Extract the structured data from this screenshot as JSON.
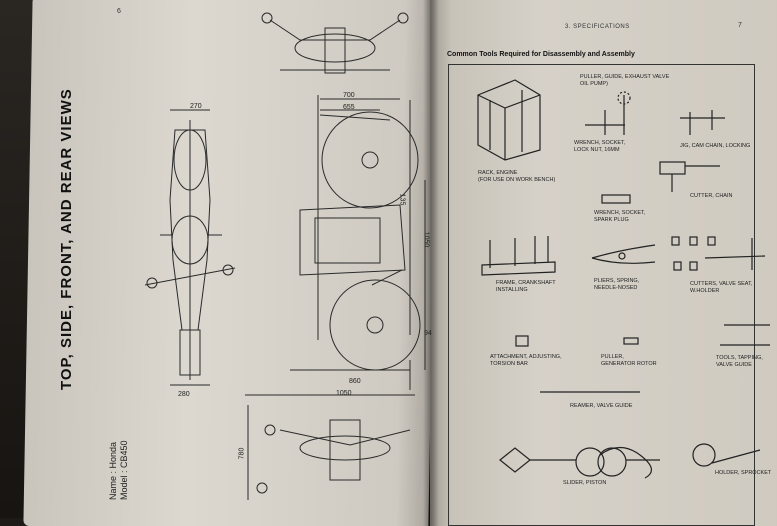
{
  "left_page": {
    "page_number": "6",
    "title": "TOP, SIDE, FRONT, AND REAR VIEWS",
    "name_line": "Name : Honda",
    "model_line": "Model : CB450",
    "dimensions": {
      "d270": "270",
      "d700": "700",
      "d655": "655",
      "d135": "135",
      "d1050v": "1050",
      "d94": "94",
      "d280": "280",
      "d860": "860",
      "d1050h": "1050",
      "d780": "780"
    }
  },
  "right_page": {
    "page_number": "7",
    "section_header": "3.  SPECIFICATIONS",
    "tools_title": "Common Tools Required for Disassembly and Assembly",
    "tools": {
      "rack": "RACK, ENGINE\n(FOR USE ON WORK BENCH)",
      "puller_guide": "PULLER, GUIDE, EXHAUST VALVE\nOIL PUMP)",
      "wrench_locknut": "WRENCH, SOCKET,\nLOCK NUT, 16MM",
      "jig": "JIG, CAM CHAIN, LOCKING",
      "cutter_chain": "CUTTER, CHAIN",
      "wrench_spark": "WRENCH, SOCKET,\nSPARK PLUG",
      "frame": "FRAME, CRANKSHAFT\nINSTALLING",
      "pliers": "PLIERS, SPRING,\nNEEDLE-NOSED",
      "cutters_valve": "CUTTERS, VALVE SEAT,\nW.HOLDER",
      "attachment": "ATTACHMENT, ADJUSTING,\nTORSION BAR",
      "puller_gen": "PULLER,\nGENERATOR ROTOR",
      "tools_tapping": "TOOLS, TAPPING,\nVALVE GUIDE",
      "reamer": "REAMER, VALVE GUIDE",
      "slider_piston": "SLIDER, PISTON",
      "holder_sprocket": "HOLDER, SPROCKET"
    }
  }
}
